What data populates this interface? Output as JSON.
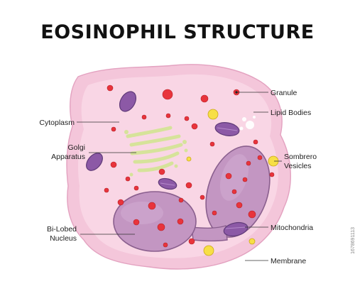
{
  "title": "EOSINOPHIL STRUCTURE",
  "labels": {
    "granule": "Granule",
    "lipid_bodies": "Lipid Bodies",
    "cytoplasm": "Cytoplasm",
    "golgi_line1": "Golgi",
    "golgi_line2": "Apparatus",
    "sombrero_line1": "Sombrero",
    "sombrero_line2": "Vesicles",
    "bilobed_line1": "Bi-Lobed",
    "bilobed_line2": "Nucleus",
    "mitochondria": "Mitochondria",
    "membrane": "Membrane"
  },
  "stock_id": "1678691113",
  "colors": {
    "membrane": "#f4c8dc",
    "cytoplasm": "#f9d8e6",
    "nucleus": "#c294c1",
    "nucleus_stroke": "#8a5f8e",
    "mitochondria": "#8c59a6",
    "golgi": "#d7e39a",
    "granule": "#e8343c",
    "sombrero": "#f7e04a"
  }
}
